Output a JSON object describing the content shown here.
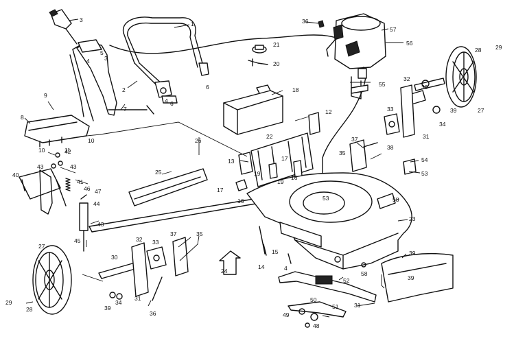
{
  "callouts": [
    {
      "text": "1"
    },
    {
      "text": "2"
    },
    {
      "text": "3"
    },
    {
      "text": "3"
    },
    {
      "text": "4"
    },
    {
      "text": "5"
    },
    {
      "text": "6"
    },
    {
      "text": "6"
    },
    {
      "text": "7"
    },
    {
      "text": "8"
    },
    {
      "text": "9"
    },
    {
      "text": "10"
    },
    {
      "text": "10"
    },
    {
      "text": "11"
    },
    {
      "text": "12"
    },
    {
      "text": "13"
    },
    {
      "text": "14"
    },
    {
      "text": "15"
    },
    {
      "text": "16"
    },
    {
      "text": "16"
    },
    {
      "text": "17"
    },
    {
      "text": "17"
    },
    {
      "text": "18"
    },
    {
      "text": "19"
    },
    {
      "text": "19"
    },
    {
      "text": "20"
    },
    {
      "text": "21"
    },
    {
      "text": "22"
    },
    {
      "text": "23"
    },
    {
      "text": "24"
    },
    {
      "text": "25"
    },
    {
      "text": "26"
    },
    {
      "text": "27"
    },
    {
      "text": "27"
    },
    {
      "text": "28"
    },
    {
      "text": "28"
    },
    {
      "text": "29"
    },
    {
      "text": "29"
    },
    {
      "text": "30"
    },
    {
      "text": "30"
    },
    {
      "text": "31"
    },
    {
      "text": "31"
    },
    {
      "text": "31"
    },
    {
      "text": "32"
    },
    {
      "text": "32"
    },
    {
      "text": "33"
    },
    {
      "text": "33"
    },
    {
      "text": "34"
    },
    {
      "text": "34"
    },
    {
      "text": "35"
    },
    {
      "text": "35"
    },
    {
      "text": "36"
    },
    {
      "text": "36"
    },
    {
      "text": "37"
    },
    {
      "text": "37"
    },
    {
      "text": "38"
    },
    {
      "text": "39"
    },
    {
      "text": "39"
    },
    {
      "text": "39"
    },
    {
      "text": "39"
    },
    {
      "text": "40"
    },
    {
      "text": "41"
    },
    {
      "text": "42"
    },
    {
      "text": "43"
    },
    {
      "text": "43"
    },
    {
      "text": "43"
    },
    {
      "text": "44"
    },
    {
      "text": "45"
    },
    {
      "text": "46"
    },
    {
      "text": "47"
    },
    {
      "text": "48"
    },
    {
      "text": "49"
    },
    {
      "text": "50"
    },
    {
      "text": "51"
    },
    {
      "text": "52"
    },
    {
      "text": "53"
    },
    {
      "text": "53"
    },
    {
      "text": "54"
    },
    {
      "text": "55"
    },
    {
      "text": "56"
    },
    {
      "text": "57"
    },
    {
      "text": "58"
    },
    {
      "text": "58"
    },
    {
      "text": "4"
    },
    {
      "text": "4"
    }
  ]
}
